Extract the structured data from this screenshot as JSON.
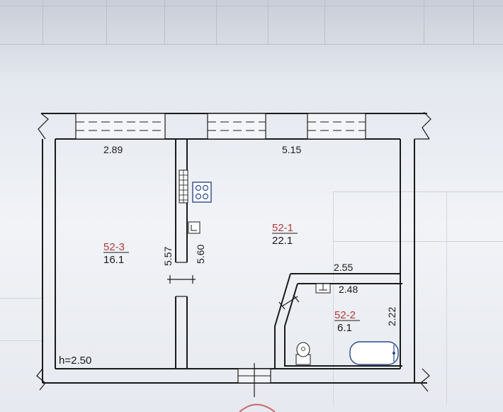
{
  "header": {
    "top_row_text": "",
    "heading": "",
    "subheading": ""
  },
  "plan": {
    "ceiling_height": "h=2.50",
    "dimensions": {
      "room3_width": "2.89",
      "room1_width": "5.15",
      "room3_length": "5.57",
      "room1_length": "5.60",
      "bath_top": "2.55",
      "bath_inner": "2.48",
      "bath_side": "2.22"
    },
    "rooms": [
      {
        "number": "52-3",
        "area": "16.1"
      },
      {
        "number": "52-1",
        "area": "22.1"
      },
      {
        "number": "52-2",
        "area": "6.1"
      }
    ]
  },
  "colors": {
    "room_number": "#b03a3a",
    "lines": "#1a1a1a",
    "paper": "#eef0f4"
  }
}
